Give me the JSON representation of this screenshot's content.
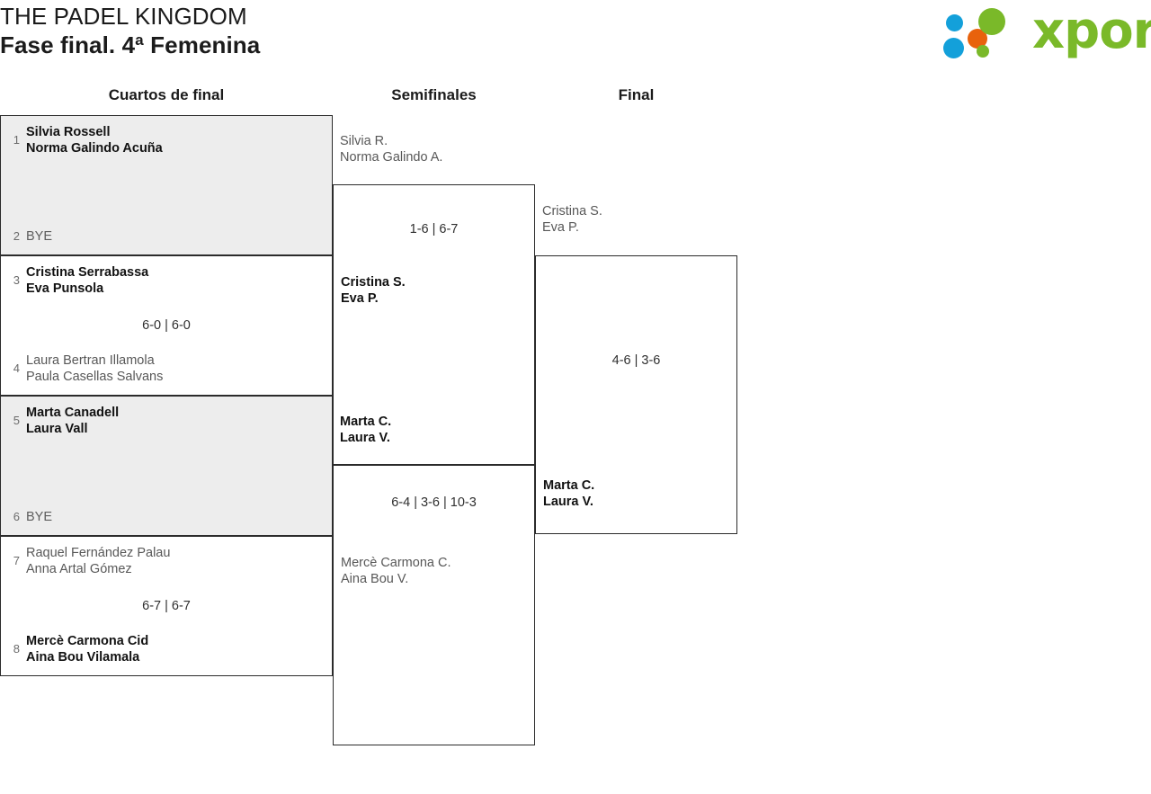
{
  "header": {
    "tournament_name": "THE PADEL KINGDOM",
    "phase": "Fase final. 4ª Femenina",
    "logo_text": "xporty"
  },
  "columns": [
    {
      "key": "quarterfinals",
      "label": "Cuartos de final"
    },
    {
      "key": "semifinals",
      "label": "Semifinales"
    },
    {
      "key": "final",
      "label": "Final"
    }
  ],
  "colors": {
    "shaded_row": "#ededed",
    "border": "#2b2b2b",
    "winner_text": "#121212",
    "loser_text": "#585858",
    "logo_green": "#7ab929",
    "logo_blue": "#13a0da",
    "logo_orange": "#e8620c"
  },
  "quarterfinals": [
    {
      "top": {
        "seed": "1",
        "players": [
          "Silvia Rossell",
          "Norma Galindo Acuña"
        ],
        "winner": true
      },
      "bottom": {
        "seed": "2",
        "players": [
          "BYE"
        ],
        "bye": true,
        "winner": false
      },
      "score": "",
      "shaded": true
    },
    {
      "top": {
        "seed": "3",
        "players": [
          "Cristina Serrabassa",
          "Eva Punsola"
        ],
        "winner": true
      },
      "bottom": {
        "seed": "4",
        "players": [
          "Laura Bertran Illamola",
          "Paula Casellas Salvans"
        ],
        "winner": false
      },
      "score": "6-0 | 6-0",
      "shaded": false
    },
    {
      "top": {
        "seed": "5",
        "players": [
          "Marta Canadell",
          "Laura Vall"
        ],
        "winner": true
      },
      "bottom": {
        "seed": "6",
        "players": [
          "BYE"
        ],
        "bye": true,
        "winner": false
      },
      "score": "",
      "shaded": true
    },
    {
      "top": {
        "seed": "7",
        "players": [
          "Raquel Fernández Palau",
          "Anna Artal Gómez"
        ],
        "winner": false
      },
      "bottom": {
        "seed": "8",
        "players": [
          "Mercè Carmona Cid",
          "Aina Bou Vilamala"
        ],
        "winner": true
      },
      "score": "6-7 | 6-7",
      "shaded": false
    }
  ],
  "semifinals": [
    {
      "top": {
        "players": [
          "Silvia R.",
          "Norma Galindo A."
        ],
        "winner": false
      },
      "bottom": {
        "players": [
          "Cristina S.",
          "Eva P."
        ],
        "winner": true
      },
      "score": "1-6 | 6-7"
    },
    {
      "top": {
        "players": [
          "Marta C.",
          "Laura V."
        ],
        "winner": true
      },
      "bottom": {
        "players": [
          "Mercè Carmona C.",
          "Aina Bou V."
        ],
        "winner": false
      },
      "score": "6-4 | 3-6 | 10-3"
    }
  ],
  "final": [
    {
      "top": {
        "players": [
          "Cristina S.",
          "Eva P."
        ],
        "winner": false
      },
      "bottom": {
        "players": [
          "Marta C.",
          "Laura V."
        ],
        "winner": true
      },
      "score": "4-6 | 3-6"
    }
  ]
}
